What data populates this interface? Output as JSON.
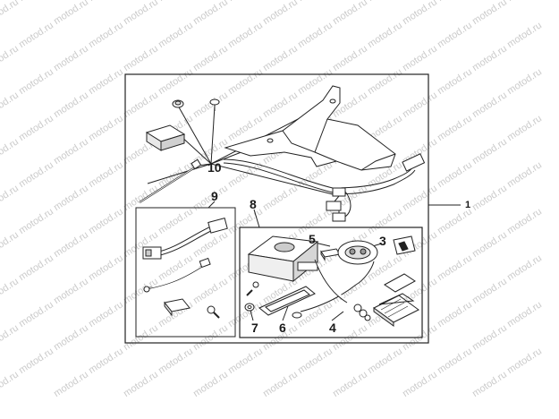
{
  "diagram": {
    "watermark_text": "motod.ru",
    "reference_number": "1",
    "callouts": {
      "c3": "3",
      "c4": "4",
      "c5": "5",
      "c6": "6",
      "c7": "7",
      "c8": "8",
      "c9": "9",
      "c10": "10"
    }
  }
}
